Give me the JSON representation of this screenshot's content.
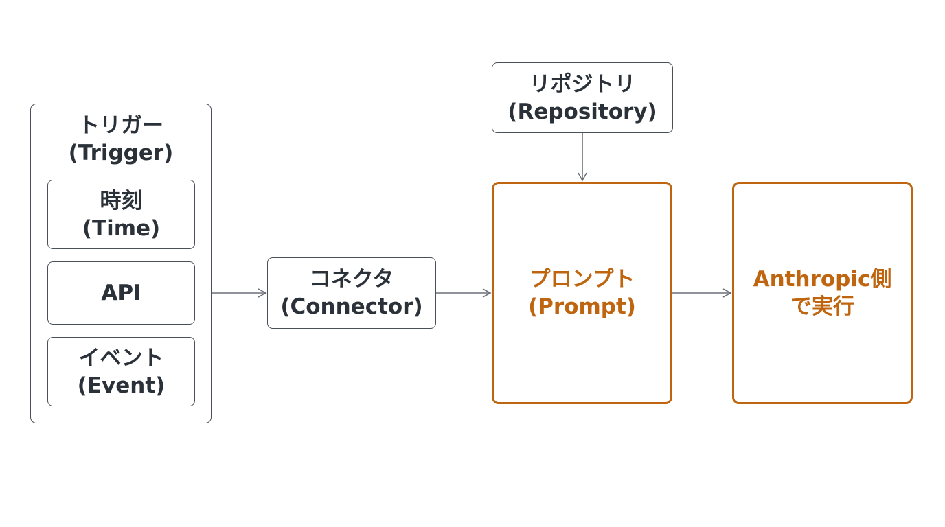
{
  "trigger": {
    "title_line1": "トリガー",
    "title_line2": "(Trigger)",
    "items": [
      {
        "line1": "時刻",
        "line2": "(Time)"
      },
      {
        "line1": "API",
        "line2": ""
      },
      {
        "line1": "イベント",
        "line2": "(Event)"
      }
    ]
  },
  "connector": {
    "line1": "コネクタ",
    "line2": "(Connector)"
  },
  "repository": {
    "line1": "リポジトリ",
    "line2": "(Repository)"
  },
  "prompt": {
    "line1": "プロンプト",
    "line2": "(Prompt)"
  },
  "execution": {
    "line1": "Anthropic側",
    "line2": "で実行"
  },
  "colors": {
    "accent": "#c0650f",
    "border": "#4a5058",
    "text": "#2b3138",
    "arrow": "#6b7078"
  }
}
